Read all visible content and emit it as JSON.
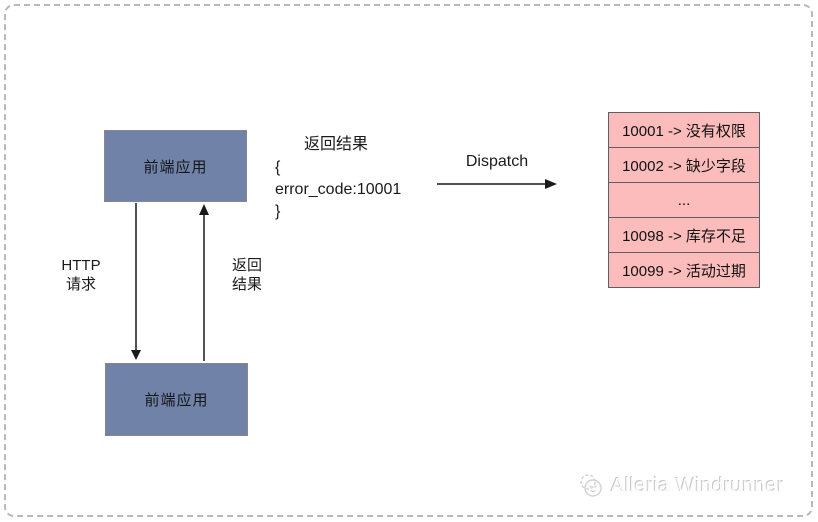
{
  "diagram": {
    "boxes": {
      "top_label": "前端应用",
      "bottom_label": "前端应用"
    },
    "arrows": {
      "http_label_line1": "HTTP",
      "http_label_line2": "请求",
      "return_label_line1": "返回",
      "return_label_line2": "结果",
      "dispatch_label": "Dispatch"
    },
    "result": {
      "title": "返回结果",
      "json_open": "{",
      "json_body": "error_code:10001",
      "json_close": "}"
    }
  },
  "error_table": {
    "rows": [
      "10001 -> 没有权限",
      "10002 -> 缺少字段",
      "...",
      "10098 -> 库存不足",
      "10099 -> 活动过期"
    ]
  },
  "watermark": {
    "text": "Alleria Windrunner",
    "icon": "doodle-face-logo"
  },
  "colors": {
    "box_fill": "#7082a7",
    "table_fill": "#fcbcbc",
    "table_border": "#606060",
    "frame_border": "#b9b9b9",
    "arrow": "#1a1a1a"
  }
}
